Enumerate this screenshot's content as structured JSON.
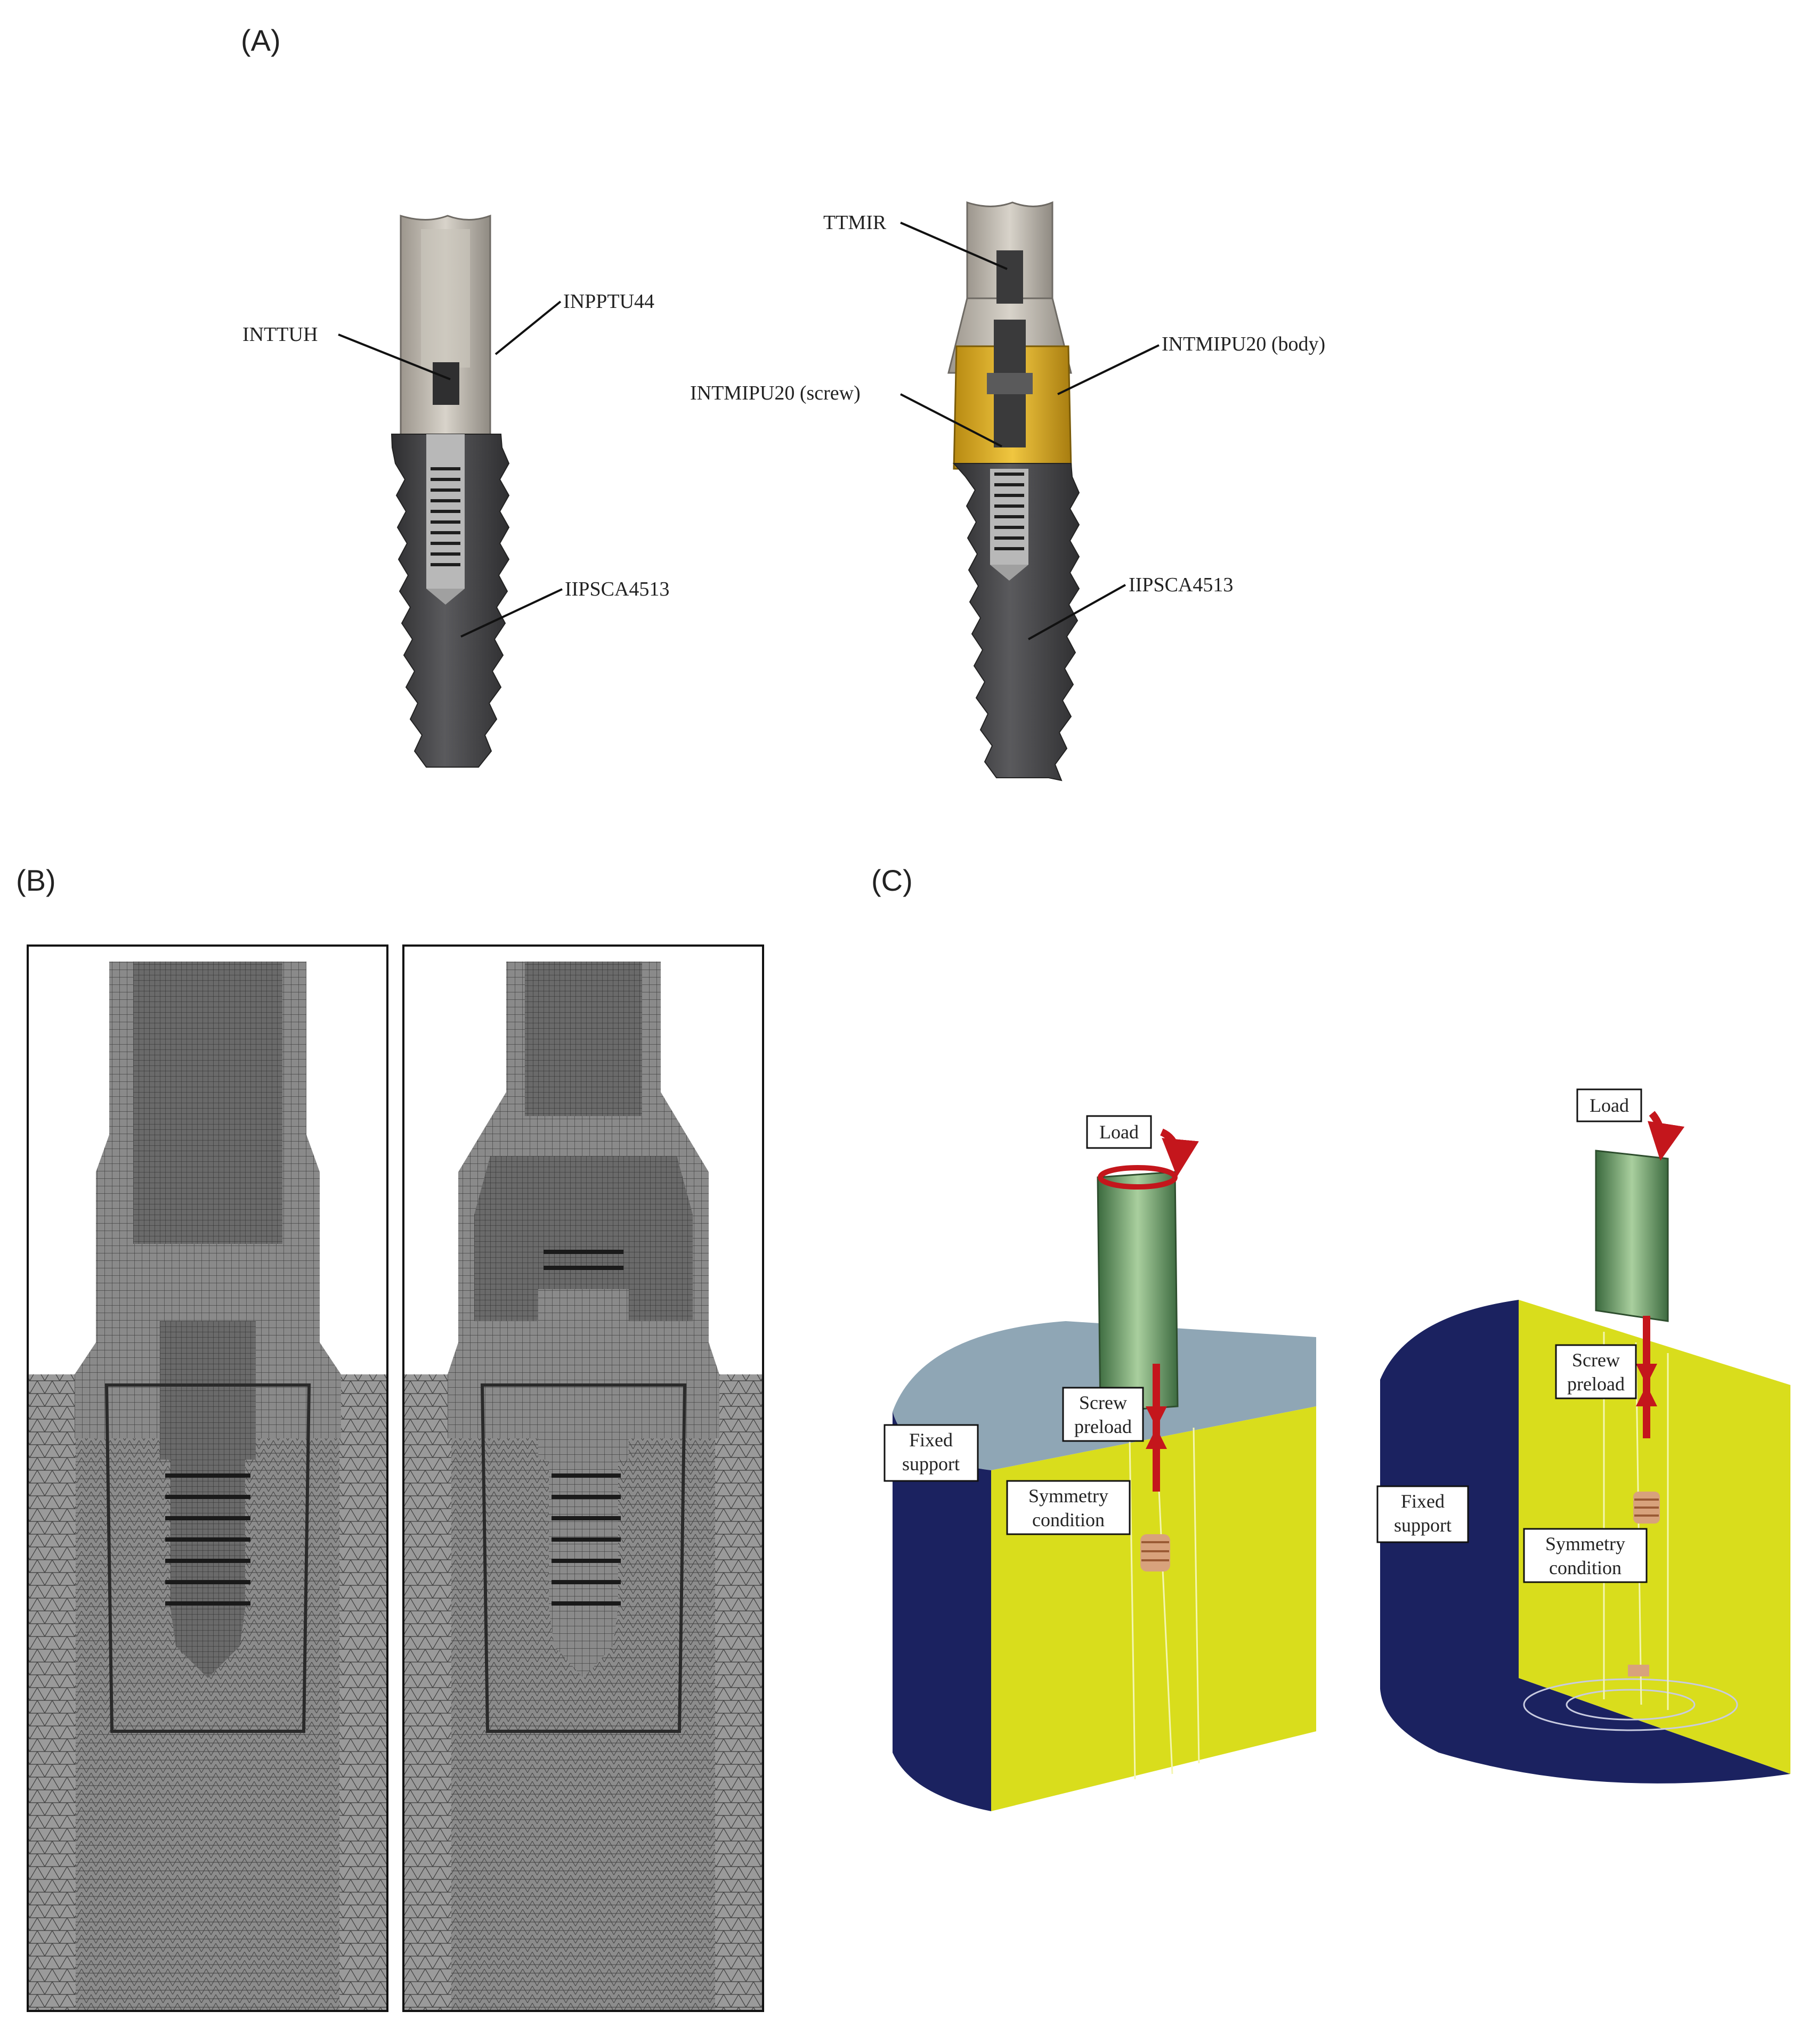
{
  "panels": {
    "a": {
      "label": "(A)",
      "left_model": {
        "callouts": {
          "inttuh": "INTTUH",
          "inpptu44": "INPPTU44",
          "iipsca": "IIPSCA4513"
        }
      },
      "right_model": {
        "callouts": {
          "ttmir": "TTMIR",
          "body": "INTMIPU20 (body)",
          "screw": "INTMIPU20 (screw)",
          "iipsca": "IIPSCA4513"
        }
      }
    },
    "b": {
      "label": "(B)"
    },
    "c": {
      "label": "(C)",
      "left_model": {
        "load": "Load",
        "preload_line1": "Screw",
        "preload_line2": "preload",
        "fixed_line1": "Fixed",
        "fixed_line2": "support",
        "symmetry_line1": "Symmetry",
        "symmetry_line2": "condition"
      },
      "right_model": {
        "load": "Load",
        "preload_line1": "Screw",
        "preload_line2": "preload",
        "fixed_line1": "Fixed",
        "fixed_line2": "support",
        "symmetry_line1": "Symmetry",
        "symmetry_line2": "condition"
      }
    }
  },
  "colors": {
    "implant": "#4a4a4c",
    "abutment": "#b8b3aa",
    "insert_gold": "#d8a928",
    "bone_yellow": "#d9dd1c",
    "bone_navy": "#1b2260",
    "bone_top": "#8fa6b5",
    "abutment_green": "#5d8a5a",
    "load_red": "#c4161c"
  }
}
